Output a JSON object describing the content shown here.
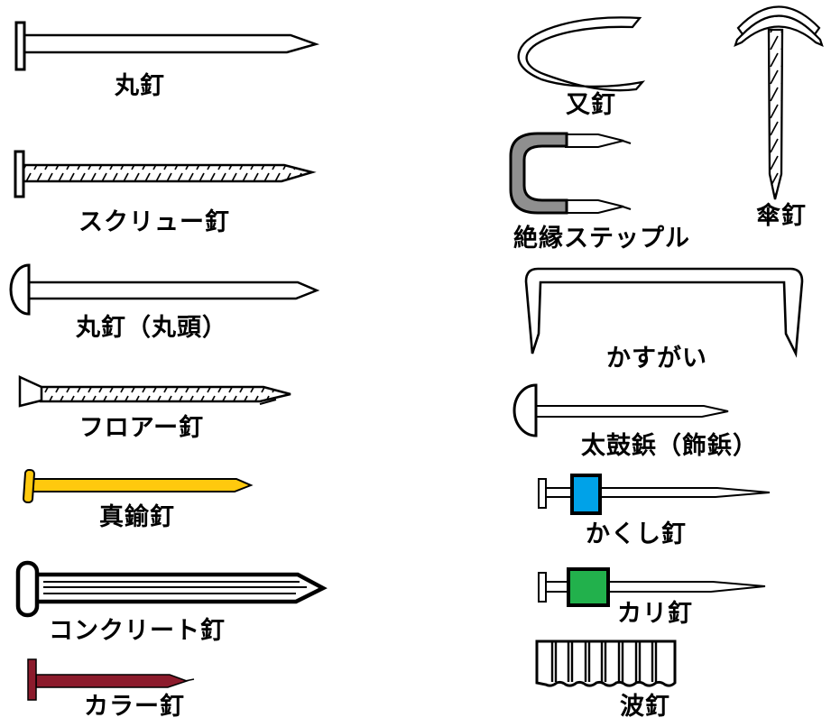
{
  "page": {
    "background": "#ffffff",
    "description_labels_language": "ja"
  },
  "items": [
    {
      "id": "maru-kugi",
      "label": "丸釘"
    },
    {
      "id": "screw-kugi",
      "label": "スクリュー釘"
    },
    {
      "id": "maru-kugi-marugashira",
      "label": "丸釘（丸頭）"
    },
    {
      "id": "floor-kugi",
      "label": "フロアー釘"
    },
    {
      "id": "shinchu-kugi",
      "label": "真鍮釘",
      "color": "#FFC90E"
    },
    {
      "id": "concrete-kugi",
      "label": "コンクリート釘"
    },
    {
      "id": "color-kugi",
      "label": "カラー釘",
      "color": "#8C1B2C"
    },
    {
      "id": "mata-kugi",
      "label": "又釘"
    },
    {
      "id": "kasa-kugi",
      "label": "傘釘"
    },
    {
      "id": "zetsuen-staple",
      "label": "絶縁ステップル",
      "color": "#8F8F8F"
    },
    {
      "id": "kasugai",
      "label": "かすがい"
    },
    {
      "id": "taiko-byo",
      "label": "太鼓鋲（飾鋲）"
    },
    {
      "id": "kakushi-kugi",
      "label": "かくし釘",
      "color": "#00A2E8"
    },
    {
      "id": "kari-kugi",
      "label": "カリ釘",
      "color": "#22B14C"
    },
    {
      "id": "nami-kugi",
      "label": "波釘"
    }
  ]
}
